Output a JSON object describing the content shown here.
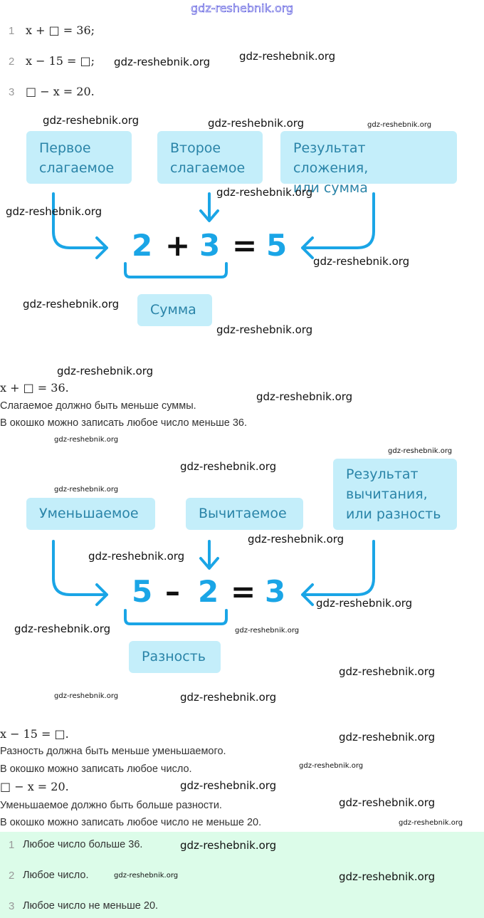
{
  "tasks": [
    {
      "n": "1",
      "expr": "x + □ = 36;"
    },
    {
      "n": "2",
      "expr": "x − 15 = □;"
    },
    {
      "n": "3",
      "expr": "□ − x = 20."
    }
  ],
  "diagram_add": {
    "boxes": [
      "Первое\nслагаемое",
      "Второе\nслагаемое",
      "Результат сложения,\nили сумма"
    ],
    "equation": [
      "2",
      "+",
      "3",
      "=",
      "5"
    ],
    "brace_label": "Сумма"
  },
  "explain1": [
    "x + □ = 36.",
    "Слагаемое должно быть меньше суммы.",
    "В окошко можно записать любое число меньше 36."
  ],
  "diagram_sub": {
    "boxes": [
      "Уменьшаемое",
      "Вычитаемое",
      "Результат\nвычитания,\nили разность"
    ],
    "equation": [
      "5",
      "–",
      "2",
      "=",
      "3"
    ],
    "brace_label": "Разность"
  },
  "explain2": [
    "x − 15 = □.",
    "Разность должна быть меньше уменьшаемого.",
    "В окошко можно записать любое число.",
    "□ − x = 20.",
    "Уменьшаемое должно быть больше разности.",
    "В окошко можно записать любое число не меньше 20."
  ],
  "answers": [
    {
      "n": "1",
      "text": "Любое число больше 36."
    },
    {
      "n": "2",
      "text": "Любое число."
    },
    {
      "n": "3",
      "text": "Любое число не меньше 20."
    }
  ],
  "watermark": "gdz-reshebnik.org",
  "colors": {
    "box_bg": "#c4eefa",
    "box_text": "#2a84a8",
    "accent": "#1aa5e6",
    "answer_bg": "#dcfce9"
  }
}
